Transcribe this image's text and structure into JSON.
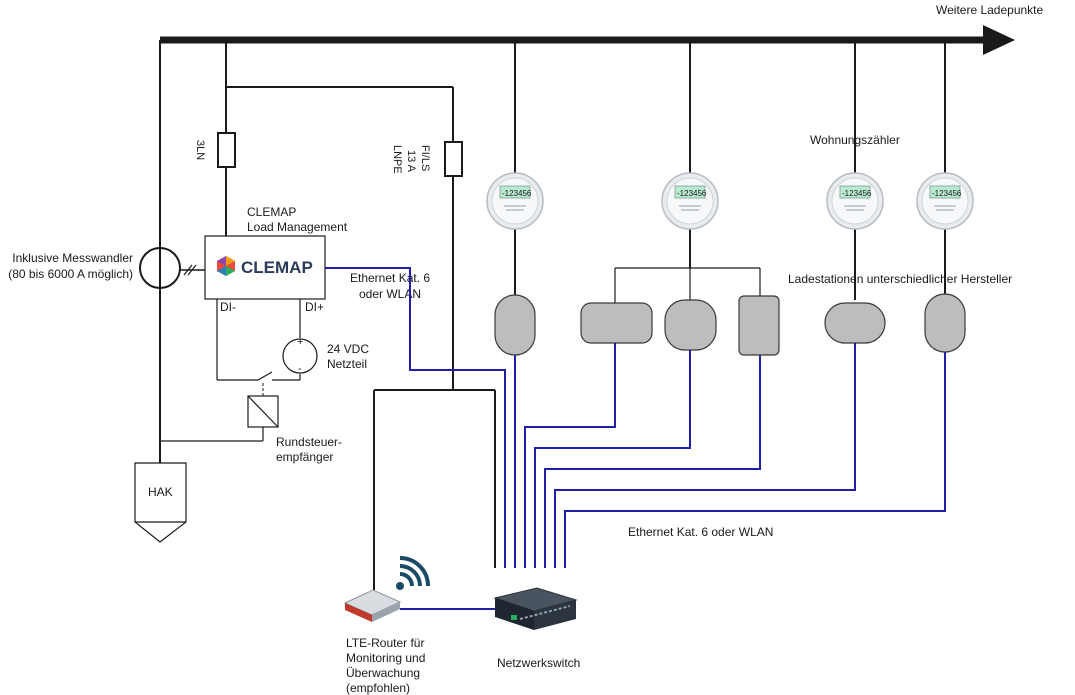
{
  "labels": {
    "weitere_ladepunkte": "Weitere Ladepunkte",
    "fuse_3ln": "3LN",
    "fuse_fi_line1": "FI/LS",
    "fuse_fi_line2": "13 A",
    "fuse_fi_line3": "LNPE",
    "clemap_line1": "CLEMAP",
    "clemap_line2": "Load Management",
    "clemap_logo": "CLEMAP",
    "messwandler_line1": "Inklusive Messwandler",
    "messwandler_line2": "(80 bis 6000 A möglich)",
    "ethernet_top_line1": "Ethernet Kat. 6",
    "ethernet_top_line2": "oder WLAN",
    "di_minus": "DI-",
    "di_plus": "DI+",
    "netzteil_line1": "24 VDC",
    "netzteil_line2": "Netzteil",
    "plus_sign": "+",
    "minus_sign": "-",
    "rundsteuer_line1": "Rundsteuer-",
    "rundsteuer_line2": "empfänger",
    "hak": "HAK",
    "wohnungszaehler": "Wohnungszähler",
    "ladestationen": "Ladestationen unterschiedlicher Hersteller",
    "ethernet_bottom": "Ethernet Kat. 6 oder WLAN",
    "router_line1": "LTE-Router für",
    "router_line2": "Monitoring und",
    "router_line3": "Überwachung",
    "router_line4": "(empfohlen)",
    "netzwerkswitch": "Netzwerkswitch",
    "meter_display": "-123456"
  },
  "colors": {
    "power_line": "#1a1a1a",
    "network_line": "#1f1fa8",
    "station_fill": "#bdbdbd",
    "meter_display": "#b9ead0",
    "wifi_icon": "#1b4a66",
    "router_accent": "#c0392b"
  },
  "icons": {
    "meter": "electricity-meter-icon",
    "wifi": "wifi-icon",
    "router": "router-icon",
    "switch": "network-switch-icon",
    "logo": "clemap-logo"
  }
}
